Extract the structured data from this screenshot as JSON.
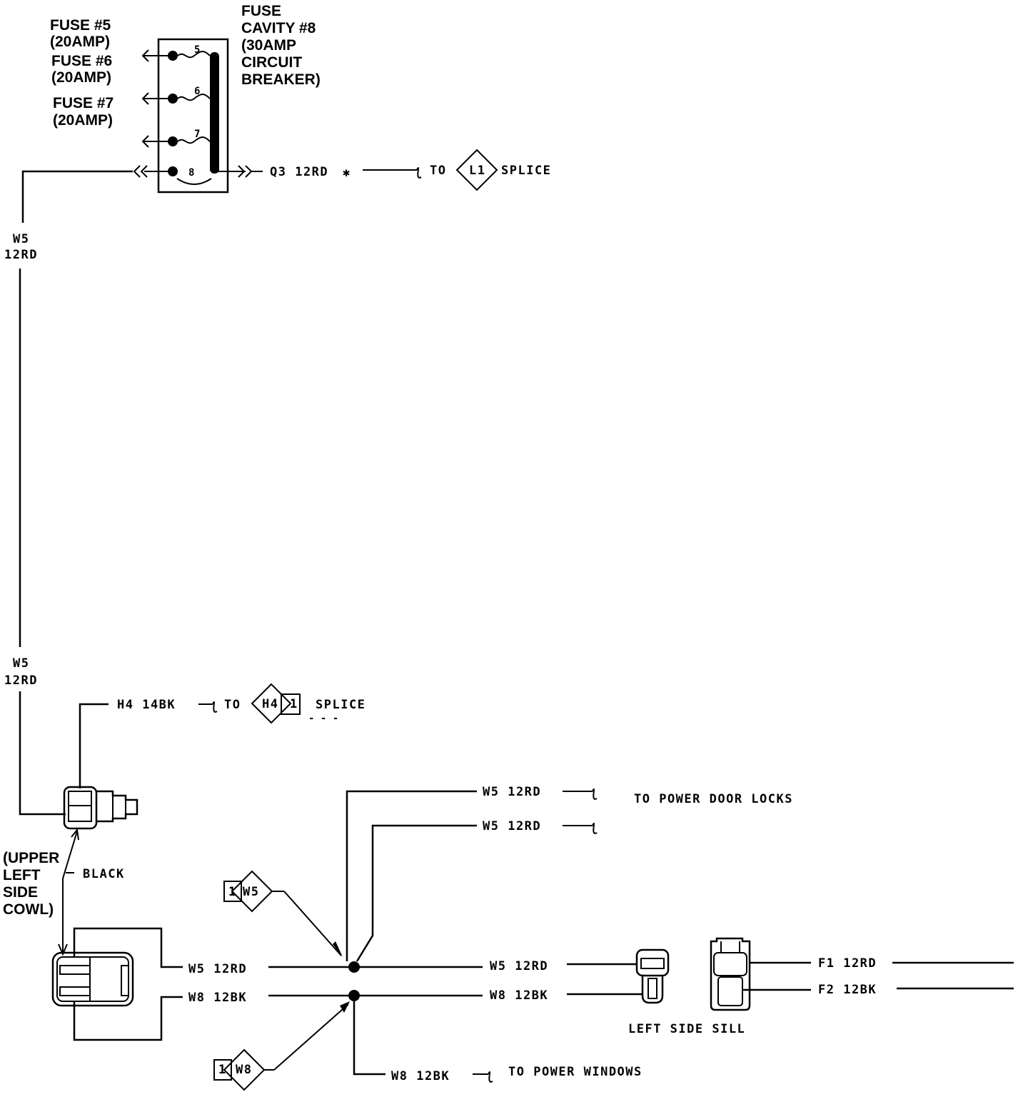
{
  "fuse_block": {
    "fuse5": [
      "FUSE #5",
      "(20AMP)"
    ],
    "fuse6": [
      "FUSE #6",
      "(20AMP)"
    ],
    "fuse7": [
      "FUSE #7",
      "(20AMP)"
    ],
    "cavity8": [
      "FUSE",
      "CAVITY #8",
      "(30AMP",
      "CIRCUIT",
      "BREAKER)"
    ],
    "fuse_numbers": [
      "5",
      "6",
      "7",
      "8"
    ]
  },
  "q3_wire": {
    "label": "Q3 12RD",
    "asterisk": "✱",
    "to": "TO",
    "diamond": "L1",
    "dest": "SPLICE"
  },
  "w5_upper": [
    "W5",
    "12RD"
  ],
  "w5_lower": [
    "W5",
    "12RD"
  ],
  "h4_wire": {
    "label": "H4 14BK",
    "to": "TO",
    "diamond": "H4",
    "pin": "1",
    "dest": "SPLICE",
    "dashes": "- - -"
  },
  "cowl": {
    "location": [
      "(UPPER",
      "LEFT",
      "SIDE",
      "COWL)"
    ],
    "color": "BLACK"
  },
  "wires": {
    "w5_a": "W5 12RD",
    "w8_a": "W8 12BK",
    "w5_door1": "W5 12RD",
    "w5_door2": "W5 12RD",
    "door_dest": "TO POWER DOOR LOCKS",
    "w5_sill": "W5 12RD",
    "w8_sill": "W8 12BK",
    "w8_windows": "W8 12BK",
    "windows_dest": "TO POWER WINDOWS",
    "f1": "F1 12RD",
    "f2": "F2 12BK"
  },
  "splice_w5": {
    "pin": "1",
    "diamond": "W5"
  },
  "splice_w8": {
    "pin": "1",
    "diamond": "W8"
  },
  "sill": {
    "label": "LEFT SIDE SILL"
  }
}
